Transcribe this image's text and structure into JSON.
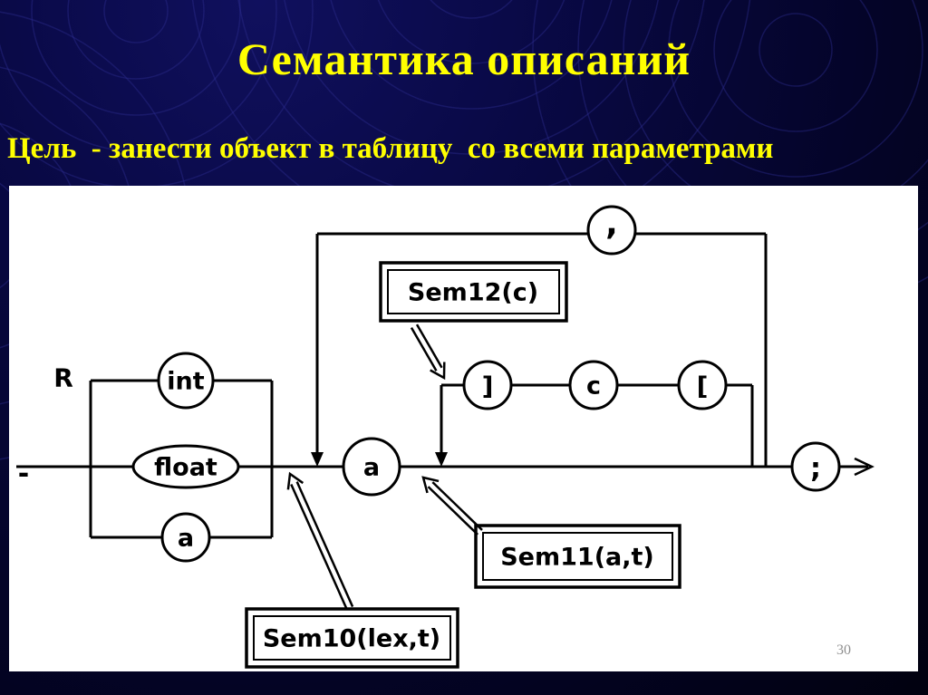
{
  "slide": {
    "title": "Семантика описаний",
    "subtitle": "Цель  - занести объект в таблицу  со всеми параметрами",
    "page_number": "30"
  },
  "colors": {
    "background_dark": "#01010f",
    "background_light": "#10105e",
    "ornament_circle_stroke": "#2e2e8f",
    "title_yellow": "#ffff00",
    "panel_white": "#ffffff",
    "diagram_black": "#000000",
    "page_number_gray": "#8f8f8f"
  },
  "diagram": {
    "type": "railroad-syntax-diagram",
    "rule_label": "R",
    "start_symbol": "-",
    "type_branch": {
      "options": [
        "int",
        "float",
        "a"
      ]
    },
    "identifier_node": "a",
    "loop_separator": ",",
    "array_suffix": {
      "nodes": [
        "]",
        "c",
        "["
      ]
    },
    "terminator": ";",
    "semantic_actions": {
      "sem12": "Sem12(c)",
      "sem11": "Sem11(a,t)",
      "sem10": "Sem10(lex,t)"
    }
  }
}
